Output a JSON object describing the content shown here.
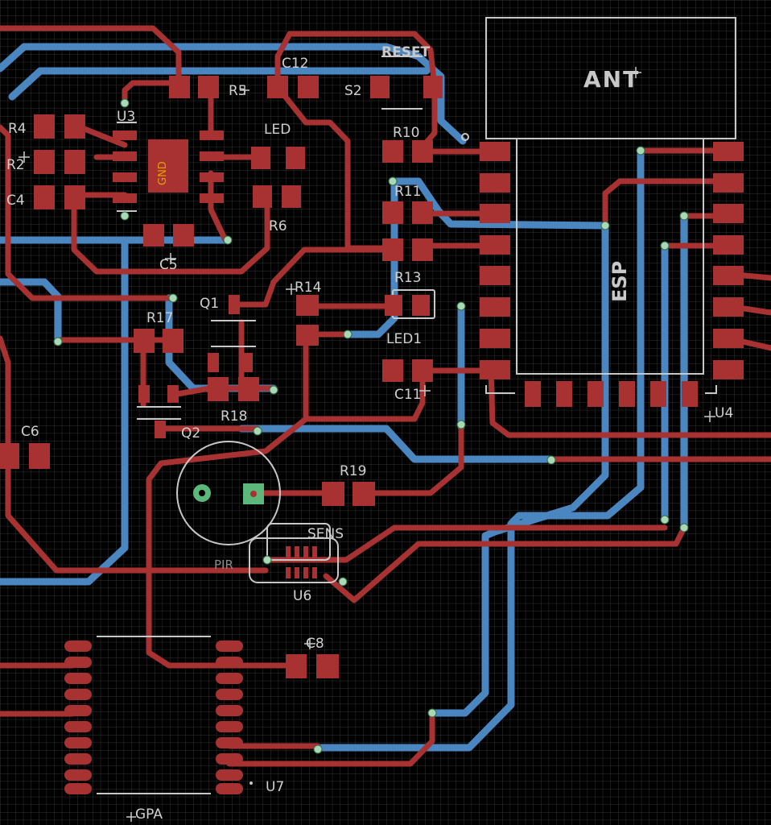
{
  "colors": {
    "background": "#000000",
    "grid": "#3a3a3a",
    "top_copper": "#a83232",
    "bottom_copper": "#4a86c0",
    "silkscreen": "#c8c8c8",
    "via_ring": "#8fd4a8",
    "pad_green": "#5cb87a"
  },
  "labels": {
    "ant": "ANT",
    "esp": "ESP",
    "reset": "RESET",
    "r4": "R4",
    "r2": "R2",
    "c4": "C4",
    "u3": "U3",
    "gnd": "GND",
    "r5": "R5",
    "c12": "C12",
    "s2": "S2",
    "led": "LED",
    "r6": "R6",
    "c5": "C5",
    "r10": "R10",
    "r11": "R11",
    "r13": "R13",
    "r14": "R14",
    "q1": "Q1",
    "r17": "R17",
    "led1": "LED1",
    "c11": "C11",
    "u4": "U4",
    "r18": "R18",
    "q2": "Q2",
    "c6": "C6",
    "r19": "R19",
    "sens": "SENS",
    "pir": "PIR",
    "u6": "U6",
    "c8": "C8",
    "u7": "U7",
    "gpa": "GPA"
  }
}
